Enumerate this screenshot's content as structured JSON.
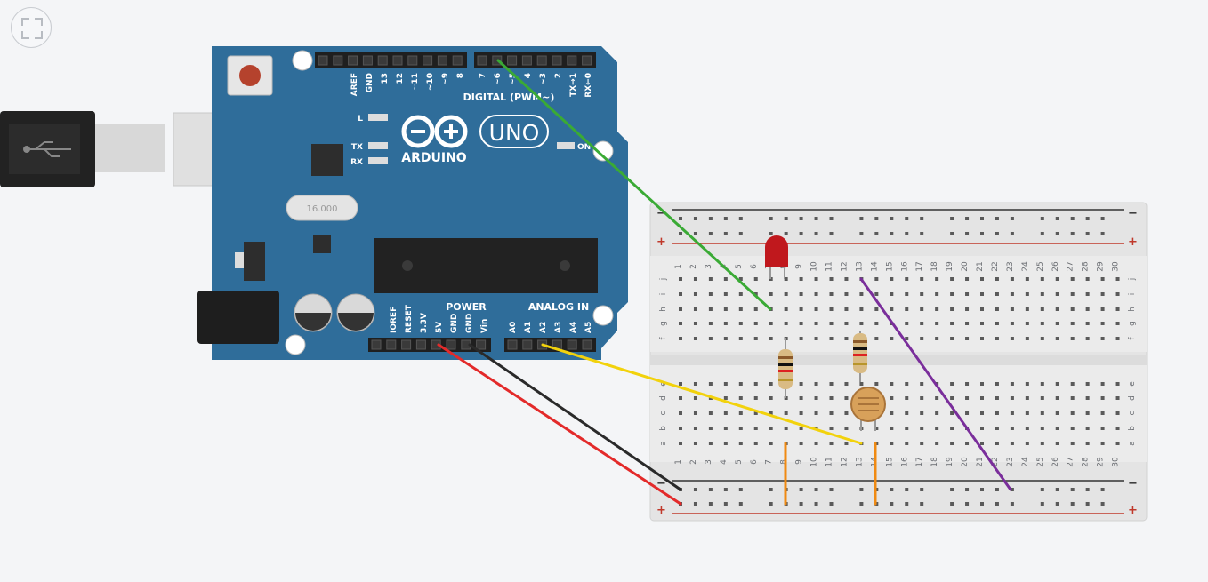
{
  "board": {
    "brand": "ARDUINO",
    "model": "UNO",
    "digital_label": "DIGITAL (PWM~)",
    "power_label": "POWER",
    "analog_label": "ANALOG IN",
    "on_label": "ON",
    "l_label": "L",
    "tx_label": "TX",
    "rx_label": "RX",
    "crystal_label": "16.000",
    "digital_pins": [
      "AREF",
      "GND",
      "13",
      "12",
      "~11",
      "~10",
      "~9",
      "8",
      "7",
      "~6",
      "~5",
      "4",
      "~3",
      "2",
      "TX→1",
      "RX←0"
    ],
    "power_pins": [
      "IOREF",
      "RESET",
      "3.3V",
      "5V",
      "GND",
      "GND",
      "Vin"
    ],
    "analog_pins": [
      "A0",
      "A1",
      "A2",
      "A3",
      "A4",
      "A5"
    ]
  },
  "breadboard": {
    "columns": 30,
    "rows_top": [
      "j",
      "i",
      "h",
      "g",
      "f"
    ],
    "rows_bottom": [
      "e",
      "d",
      "c",
      "b",
      "a"
    ],
    "plus": "+",
    "minus": "−"
  },
  "wires": {
    "green": "#3aaa35",
    "red": "#e32a2a",
    "black": "#2a2a2a",
    "yellow": "#f2d20c",
    "purple": "#7a2e9b",
    "orange": "#f08a12"
  },
  "colors": {
    "board": "#2f6d9a",
    "board_dark": "#235a83",
    "breadboard": "#e3e3e3",
    "led": "#c0181d"
  }
}
